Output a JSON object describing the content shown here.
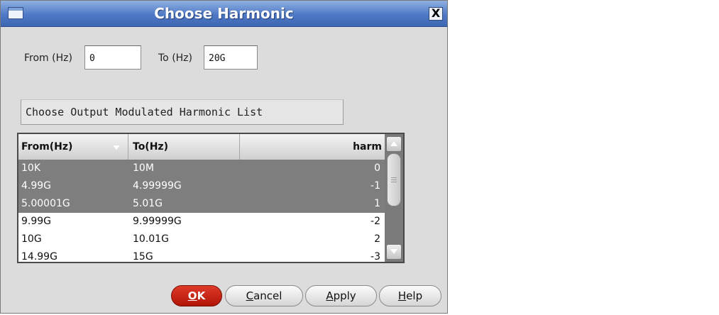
{
  "dialog": {
    "title": "Choose Harmonic",
    "close_glyph": "X"
  },
  "range": {
    "from_label": "From (Hz)",
    "from_value": "0",
    "to_label": "To (Hz)",
    "to_value": "20G"
  },
  "banner": "Choose Output Modulated Harmonic List",
  "table": {
    "headers": [
      "From(Hz)",
      "To(Hz)",
      "harm"
    ],
    "rows": [
      {
        "from": "10K",
        "to": "10M",
        "harm": "0",
        "selected": true
      },
      {
        "from": "4.99G",
        "to": "4.99999G",
        "harm": "-1",
        "selected": true
      },
      {
        "from": "5.00001G",
        "to": "5.01G",
        "harm": "1",
        "selected": true
      },
      {
        "from": "9.99G",
        "to": "9.99999G",
        "harm": "-2",
        "selected": false
      },
      {
        "from": "10G",
        "to": "10.01G",
        "harm": "2",
        "selected": false
      },
      {
        "from": "14.99G",
        "to": "15G",
        "harm": "-3",
        "selected": false
      }
    ]
  },
  "buttons": {
    "ok": {
      "pre": "",
      "key": "O",
      "post": "K"
    },
    "cancel": {
      "pre": "",
      "key": "C",
      "post": "ancel"
    },
    "apply": {
      "pre": "",
      "key": "A",
      "post": "pply"
    },
    "help": {
      "pre": "",
      "key": "H",
      "post": "elp"
    }
  },
  "colors": {
    "title_bar": "#4f79c6",
    "selected_row": "#7e7e7e",
    "ok_button": "#c8200f"
  },
  "icons": {
    "window_icon": "window-icon",
    "close": "close-icon",
    "sort": "sort-desc-icon",
    "scroll_up": "scroll-up-icon",
    "scroll_down": "scroll-down-icon"
  }
}
